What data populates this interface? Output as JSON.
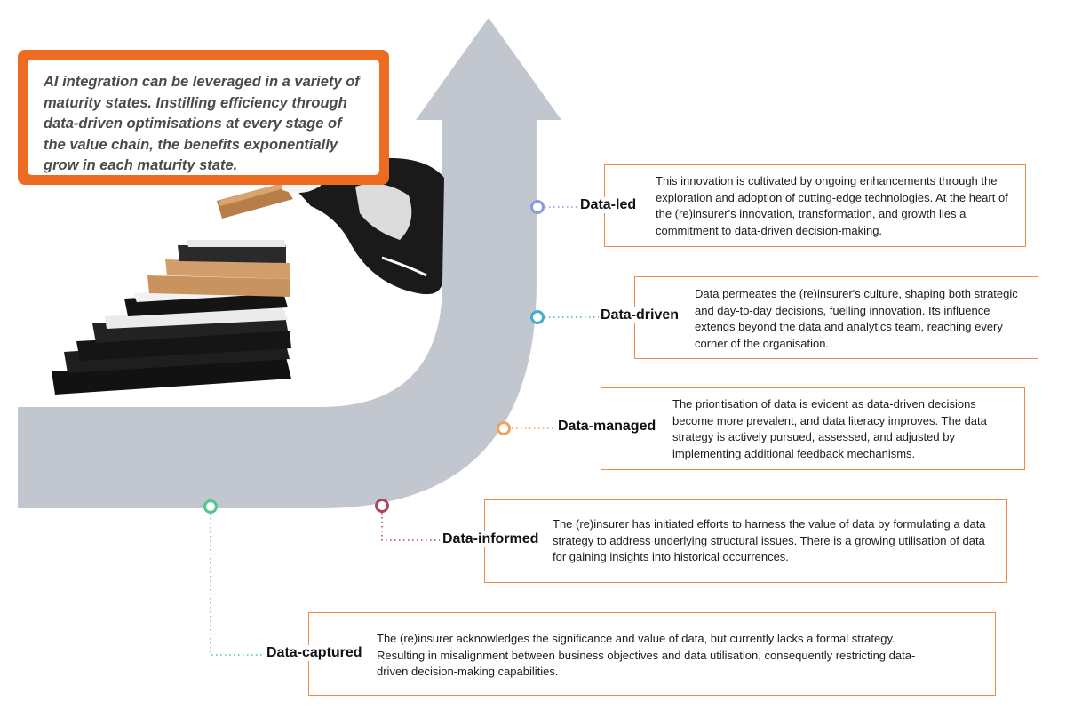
{
  "intro": {
    "text": "AI integration can be leveraged in a variety of maturity states. Instilling efficiency through data-driven optimisations at every stage of the value chain, the benefits exponentially grow in each maturity state."
  },
  "colors": {
    "arrow": "#c2c7cf",
    "accent_orange": "#ee6b22",
    "box_border": "#f08a4b",
    "data_led": "#8e97e0",
    "data_driven": "#42aecb",
    "data_managed": "#f0a35a",
    "data_informed": "#a8475f",
    "data_captured": "#4ec98e"
  },
  "stages": {
    "data_led": {
      "label": "Data-led",
      "description": "This innovation is cultivated by ongoing enhancements through the exploration and adoption of cutting-edge technologies. At the heart of the (re)insurer's innovation, transformation, and growth lies a commitment to data-driven decision-making."
    },
    "data_driven": {
      "label": "Data-driven",
      "description": "Data permeates the (re)insurer's culture, shaping both strategic and day-to-day decisions, fuelling innovation. Its influence extends beyond the data and analytics team, reaching every corner of the organisation."
    },
    "data_managed": {
      "label": "Data-managed",
      "description": "The prioritisation of data is evident as data-driven decisions become more prevalent, and data literacy improves. The data strategy is actively pursued, assessed, and adjusted by implementing additional feedback mechanisms."
    },
    "data_informed": {
      "label": "Data-informed",
      "description": "The (re)insurer has initiated efforts to harness the value of data by formulating a data strategy to address underlying structural issues. There is a growing utilisation of data for gaining insights into historical occurrences."
    },
    "data_captured": {
      "label": "Data-captured",
      "description": "The (re)insurer acknowledges the significance and value of data, but currently lacks a formal strategy. Resulting in misalignment between business objectives and data utilisation, consequently restricting data-driven decision-making capabilities."
    }
  }
}
